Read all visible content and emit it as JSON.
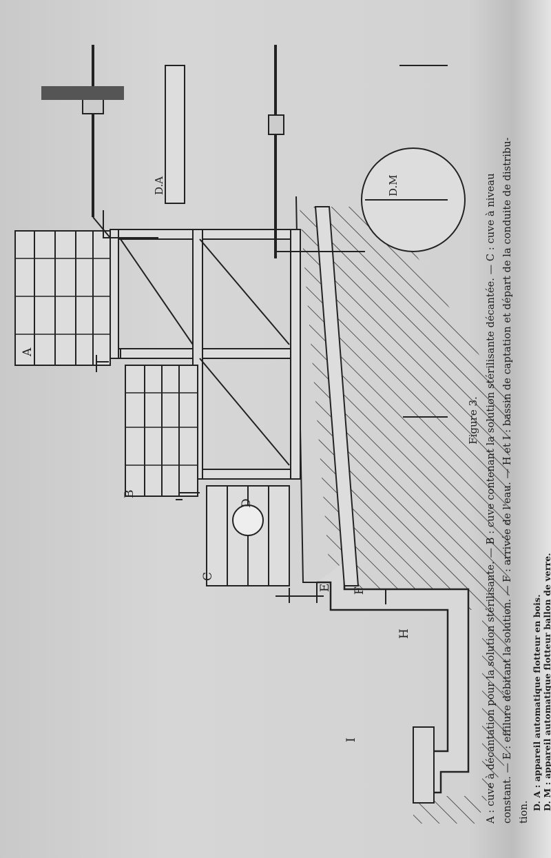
{
  "figure": {
    "title": "Figure 3.",
    "labels": {
      "A": "A",
      "B": "B",
      "C": "C",
      "D": "D",
      "E": "E",
      "F": "F",
      "H": "H",
      "I": "I",
      "DA": "D.A",
      "DM": "D.M"
    },
    "caption_lines": [
      "A : cuve à décantation pour la solution stérilisante. — B : cuve contenant la solution stérilisante décantée. — C : cuve à niveau",
      "constant. — E : effilure débitant la solution. — F : arrivée de l'eau. — H et I : bassin de captation et départ de la conduite de distribu-",
      "tion."
    ],
    "legend_lines": [
      "D. A : appareil automatique flotteur en bois.",
      "D. M : appareil automatique flotteur ballon de verre."
    ]
  }
}
